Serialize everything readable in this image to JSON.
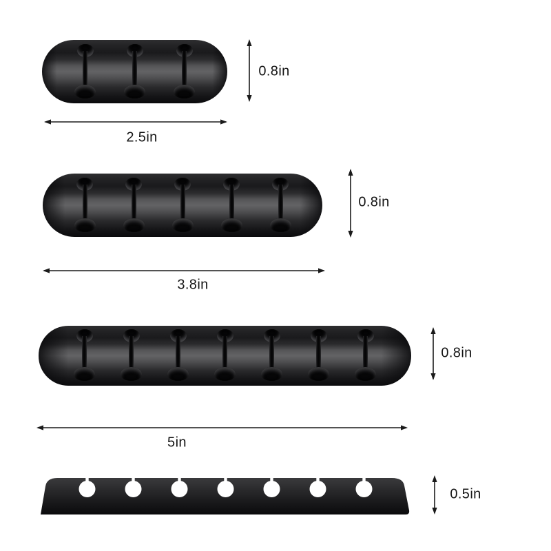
{
  "page": {
    "background": "#ffffff",
    "description": "Cable clip organizer size chart with four product views and inch dimensions"
  },
  "colors": {
    "product_body": "#1b1b1d",
    "product_highlight": "#636365",
    "dimension_line": "#1a1a1a",
    "label_text": "#141414",
    "side_view_hole": "#ffffff"
  },
  "products": [
    {
      "name": "3-slot cable clip (top view)",
      "view": "top",
      "slots": 3,
      "width_label": "2.5in",
      "height_label": "0.8in"
    },
    {
      "name": "5-slot cable clip (top view)",
      "view": "top",
      "slots": 5,
      "width_label": "3.8in",
      "height_label": "0.8in"
    },
    {
      "name": "7-slot cable clip (top view)",
      "view": "top",
      "slots": 7,
      "width_label": "5in",
      "height_label": "0.8in"
    },
    {
      "name": "7-slot cable clip (side view)",
      "view": "side",
      "slots": 7,
      "height_label": "0.5in"
    }
  ]
}
